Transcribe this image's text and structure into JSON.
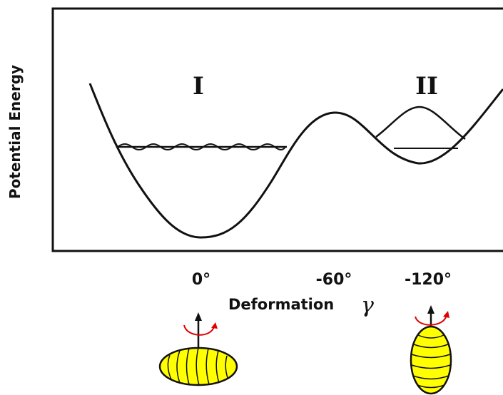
{
  "labels": {
    "y_axis": "Potential Energy",
    "x_axis": "Deformation",
    "x_symbol": "γ",
    "well_1": "I",
    "well_2": "II",
    "ticks": [
      "0°",
      "-60°",
      "-120°"
    ]
  },
  "colors": {
    "line": "#111111",
    "nucleus_fill": "#ffff00",
    "rotation_arrow": "#e00000"
  },
  "icons": [
    "oblate-nucleus-icon",
    "prolate-nucleus-icon",
    "rotation-arrow-icon"
  ]
}
